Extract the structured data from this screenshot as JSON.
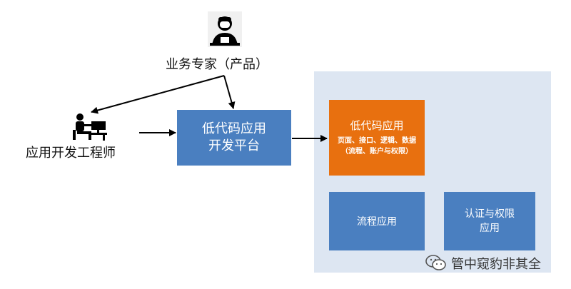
{
  "actors": {
    "product_expert": "业务专家（产品）",
    "developer": "应用开发工程师"
  },
  "platform": {
    "line1": "低代码应用",
    "line2": "开发平台"
  },
  "apps": {
    "lowcode": {
      "title": "低代码应用",
      "sub1": "页面、接口、逻辑、数据",
      "sub2": "（流程、账户与权限）"
    },
    "process": "流程应用",
    "auth": {
      "line1": "认证与权限",
      "line2": "应用"
    }
  },
  "watermark": {
    "text": "管中窥豹非其全"
  },
  "colors": {
    "blue": "#4a7fc0",
    "orange": "#e8700f",
    "container": "#dde6f2"
  },
  "icons": [
    "person-icon",
    "developer-at-desk-icon",
    "wechat-icon"
  ]
}
